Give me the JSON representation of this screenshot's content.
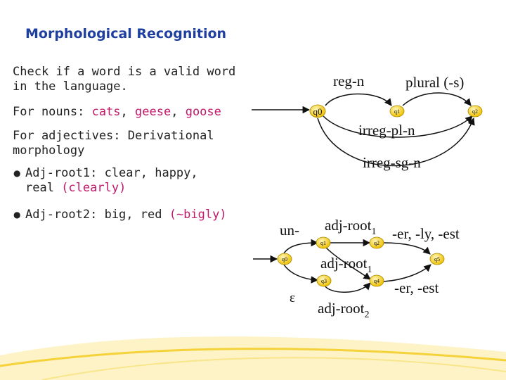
{
  "slide": {
    "title": "Morphological Recognition",
    "intro_line1": "Check if a word is a valid  word",
    "intro_line2": "in the language.",
    "nouns_label": "For nouns: ",
    "nouns_examples": [
      "cats",
      "geese",
      "goose"
    ],
    "adj_line1": "For adjectives: Derivational",
    "adj_line2": "morphology",
    "bullets": [
      {
        "text_line1": "Adj-root1:  clear, happy,",
        "text_line2_plain": "real ",
        "text_line2_pink": "(clearly)"
      },
      {
        "text_line1_plain": "Adj-root2:  big, red ",
        "text_line1_pink": "(~bigly)"
      }
    ],
    "colors": {
      "title": "#1f3fa0",
      "highlight": "#c0186a",
      "state_fill": "#f5c800",
      "swoosh": "#f6d23a"
    }
  },
  "noun_fsa": {
    "states": [
      "q0",
      "q1",
      "q2"
    ],
    "arcs": {
      "reg_n": "reg-n",
      "plural": "plural (-s)",
      "irreg_pl_n": "irreg-pl-n",
      "irreg_sg_n": "irreg-sg-n"
    }
  },
  "adj_fsa": {
    "states": [
      "q0",
      "q1",
      "q2",
      "q3",
      "q4",
      "q5"
    ],
    "arcs": {
      "un": "un-",
      "epsilon": "ε",
      "adj_root1_top": "adj-root",
      "adj_root1_top_sub": "1",
      "adj_root1_mid": "adj-root",
      "adj_root1_mid_sub": "1",
      "adj_root2": "adj-root",
      "adj_root2_sub": "2",
      "suffix_top": "-er, -ly, -est",
      "suffix_bottom": "-er, -est"
    }
  }
}
